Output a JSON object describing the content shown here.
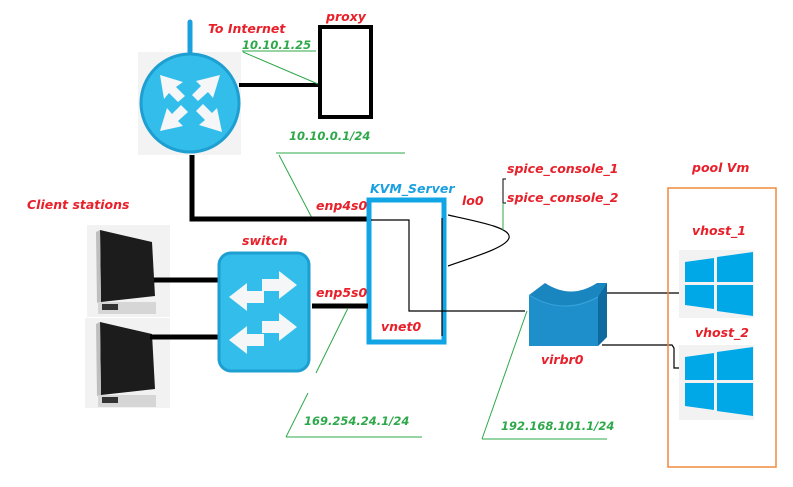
{
  "diagram": {
    "title": "KVM network topology",
    "nodes": {
      "internet": {
        "label": "To Internet"
      },
      "proxy": {
        "label": "proxy",
        "ip": "10.10.1.25"
      },
      "router": {
        "icon": "router-icon",
        "subnet": "10.10.0.1/24"
      },
      "kvm_server": {
        "label": "KVM_Server"
      },
      "clients": {
        "label": "Client stations",
        "count": 2
      },
      "switch": {
        "label": "switch",
        "subnet": "169.254.24.1/24"
      },
      "virbr0": {
        "label": "virbr0",
        "subnet": "192.168.101.1/24"
      },
      "pool": {
        "label": "pool Vm"
      },
      "vhost_1": {
        "label": "vhost_1"
      },
      "vhost_2": {
        "label": "vhost_2"
      }
    },
    "interfaces": {
      "enp4s0": "enp4s0",
      "enp5s0": "enp5s0",
      "lo0": "lo0",
      "vnet0": "vnet0"
    },
    "consoles": [
      "spice_console_1",
      "spice_console_2"
    ],
    "colors": {
      "label_red": "#e8202a",
      "label_blue": "#1aa0e0",
      "ip_green": "#2ea84a",
      "device_blue": "#33bdeb",
      "server_border": "#12a5e6",
      "pool_border": "#f08a3c",
      "windows_blue": "#00a8e8",
      "bridge_blue": "#1a86c0"
    }
  }
}
